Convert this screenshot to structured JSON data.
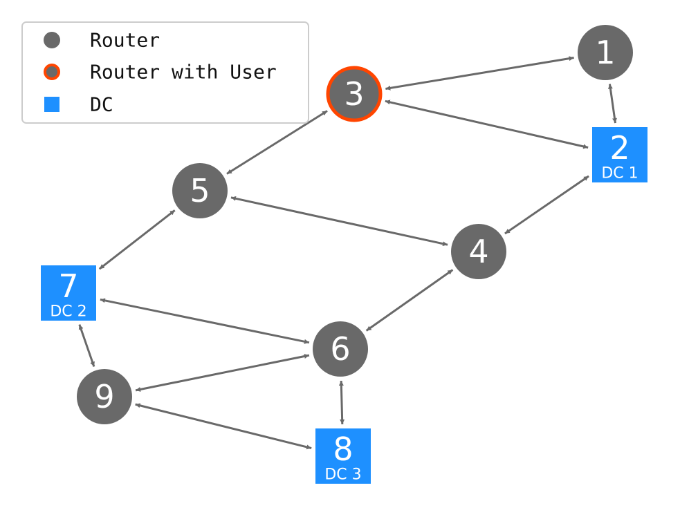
{
  "colors": {
    "router": "#696969",
    "dc": "#1e90ff",
    "user_ring": "#ff4500",
    "edge": "#696969",
    "legend_border": "#cccccc"
  },
  "legend": {
    "items": [
      {
        "key": "router",
        "label": "Router",
        "icon": "router-circle-icon"
      },
      {
        "key": "user",
        "label": "Router with User",
        "icon": "router-with-user-icon"
      },
      {
        "key": "dc",
        "label": "DC",
        "icon": "dc-square-icon"
      }
    ]
  },
  "nodes": [
    {
      "id": "1",
      "kind": "router",
      "label": "1",
      "sublabel": ""
    },
    {
      "id": "2",
      "kind": "dc",
      "label": "2",
      "sublabel": "DC 1"
    },
    {
      "id": "3",
      "kind": "router-user",
      "label": "3",
      "sublabel": ""
    },
    {
      "id": "4",
      "kind": "router",
      "label": "4",
      "sublabel": ""
    },
    {
      "id": "5",
      "kind": "router",
      "label": "5",
      "sublabel": ""
    },
    {
      "id": "6",
      "kind": "router",
      "label": "6",
      "sublabel": ""
    },
    {
      "id": "7",
      "kind": "dc",
      "label": "7",
      "sublabel": "DC 2"
    },
    {
      "id": "8",
      "kind": "dc",
      "label": "8",
      "sublabel": "DC 3"
    },
    {
      "id": "9",
      "kind": "router",
      "label": "9",
      "sublabel": ""
    }
  ],
  "edges": [
    {
      "from": "1",
      "to": "3",
      "directed": "both"
    },
    {
      "from": "1",
      "to": "2",
      "directed": "both"
    },
    {
      "from": "3",
      "to": "2",
      "directed": "both"
    },
    {
      "from": "3",
      "to": "5",
      "directed": "both"
    },
    {
      "from": "2",
      "to": "4",
      "directed": "both"
    },
    {
      "from": "5",
      "to": "4",
      "directed": "both"
    },
    {
      "from": "5",
      "to": "7",
      "directed": "both"
    },
    {
      "from": "4",
      "to": "6",
      "directed": "both"
    },
    {
      "from": "7",
      "to": "6",
      "directed": "both"
    },
    {
      "from": "7",
      "to": "9",
      "directed": "both"
    },
    {
      "from": "9",
      "to": "6",
      "directed": "both"
    },
    {
      "from": "6",
      "to": "8",
      "directed": "both"
    },
    {
      "from": "9",
      "to": "8",
      "directed": "both"
    }
  ]
}
